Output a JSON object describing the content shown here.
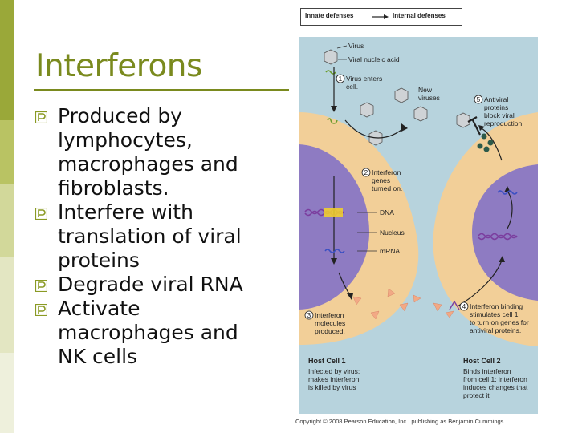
{
  "slide": {
    "title": "Interferons",
    "bullets": [
      "Produced by lymphocytes, macrophages and fibroblasts.",
      "Interfere with translation of viral proteins",
      "Degrade viral RNA",
      "Activate macrophages and NK cells"
    ],
    "bullet_lines": [
      [
        "Produced by",
        "lymphocytes,",
        "macrophages and",
        "fibroblasts."
      ],
      [
        "Interfere with",
        "translation of viral",
        "proteins"
      ],
      [
        "Degrade viral RNA"
      ],
      [
        "Activate",
        "macrophages and",
        "NK cells"
      ]
    ]
  },
  "figure": {
    "legend": {
      "left": "Innate defenses",
      "right": "Internal defenses"
    },
    "labels": {
      "virus": "Virus",
      "viral_nucleic_acid": "Viral nucleic acid",
      "step1_num": "1",
      "step1_a": "Virus enters",
      "step1_b": "cell.",
      "new_viruses_a": "New",
      "new_viruses_b": "viruses",
      "step2_num": "2",
      "step2_a": "Interferon",
      "step2_b": "genes",
      "step2_c": "turned on.",
      "dna": "DNA",
      "nucleus": "Nucleus",
      "mrna": "mRNA",
      "step3_num": "3",
      "step3_a": "Interferon",
      "step3_b": "molecules",
      "step3_c": "produced.",
      "step4_num": "4",
      "step4_a": "Interferon binding",
      "step4_b": "stimulates cell 1",
      "step4_c": "to turn on genes for",
      "step4_d": "antiviral proteins.",
      "step5_num": "5",
      "step5_a": "Antiviral",
      "step5_b": "proteins",
      "step5_c": "block viral",
      "step5_d": "reproduction.",
      "host1_title": "Host Cell 1",
      "host1_a": "Infected by virus;",
      "host1_b": "makes interferon;",
      "host1_c": "is killed by virus",
      "host2_title": "Host Cell 2",
      "host2_a": "Binds interferon",
      "host2_b": "from cell 1; interferon",
      "host2_c": "induces changes that",
      "host2_d": "protect it"
    },
    "copyright": "Copyright © 2008 Pearson Education, Inc., publishing as Benjamin Cummings."
  },
  "colors": {
    "accent": "#7a8a1e",
    "bullet": "#8a9a24",
    "figure_bg": "#b7d3dd",
    "cell_fill": "#f2cf98",
    "nucleus_fill": "#8e7bc2",
    "dna": "#7b3d9e",
    "dna_highlight": "#f5d327"
  }
}
